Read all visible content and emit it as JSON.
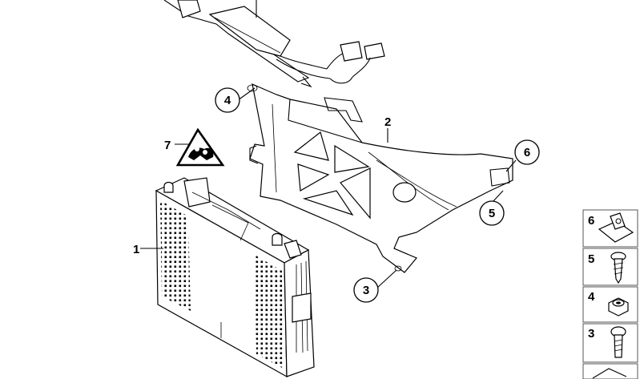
{
  "callouts": {
    "c1": "1",
    "c2": "2",
    "c3": "3",
    "c4": "4",
    "c5": "5",
    "c6": "6",
    "c7": "7"
  },
  "legend": {
    "items": [
      {
        "label": "6",
        "icon": "clip-nut-icon"
      },
      {
        "label": "5",
        "icon": "screw-icon"
      },
      {
        "label": "4",
        "icon": "hex-nut-icon"
      },
      {
        "label": "3",
        "icon": "bolt-icon"
      }
    ]
  },
  "colors": {
    "line": "#000000",
    "background": "#ffffff",
    "legend_border": "#555555"
  }
}
